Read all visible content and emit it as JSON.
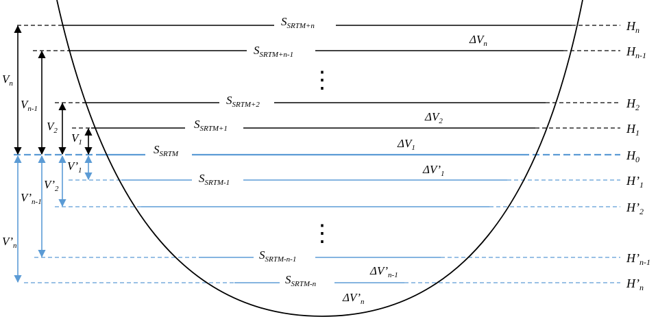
{
  "colors": {
    "upper": "#000000",
    "lower": "#5b9bd5"
  },
  "levels_upper": [
    {
      "name": "H",
      "sub": "n",
      "surface": "S",
      "surface_sub": "SRTM+n",
      "dv": "ΔV",
      "dv_sub": "n",
      "vol": "V",
      "vol_sub": "n"
    },
    {
      "name": "H",
      "sub": "n-1",
      "surface": "S",
      "surface_sub": "SRTM+n-1",
      "vol": "V",
      "vol_sub": "n-1"
    },
    {
      "name": "H",
      "sub": "2",
      "surface": "S",
      "surface_sub": "SRTM+2",
      "dv": "ΔV",
      "dv_sub": "2",
      "vol": "V",
      "vol_sub": "2"
    },
    {
      "name": "H",
      "sub": "1",
      "surface": "S",
      "surface_sub": "SRTM+1",
      "dv": "ΔV",
      "dv_sub": "1",
      "vol": "V",
      "vol_sub": "1"
    }
  ],
  "level_zero": {
    "name": "H",
    "sub": "0",
    "surface": "S",
    "surface_sub": "SRTM"
  },
  "levels_lower": [
    {
      "name": "H’",
      "sub": "1",
      "surface": "S",
      "surface_sub": "SRTM-1",
      "dv": "ΔV’",
      "dv_sub": "1",
      "vol": "V’",
      "vol_sub": "1"
    },
    {
      "name": "H’",
      "sub": "2",
      "vol": "V’",
      "vol_sub": "2"
    },
    {
      "name": "H’",
      "sub": "n-1",
      "surface": "S",
      "surface_sub": "SRTM-n-1",
      "dv": "ΔV’",
      "dv_sub": "n-1",
      "vol": "V’",
      "vol_sub": "n-1"
    },
    {
      "name": "H’",
      "sub": "n",
      "surface": "S",
      "surface_sub": "SRTM-n",
      "dv": "ΔV’",
      "dv_sub": "n",
      "vol": "V’",
      "vol_sub": "n"
    }
  ],
  "ellipsis": "⋮"
}
